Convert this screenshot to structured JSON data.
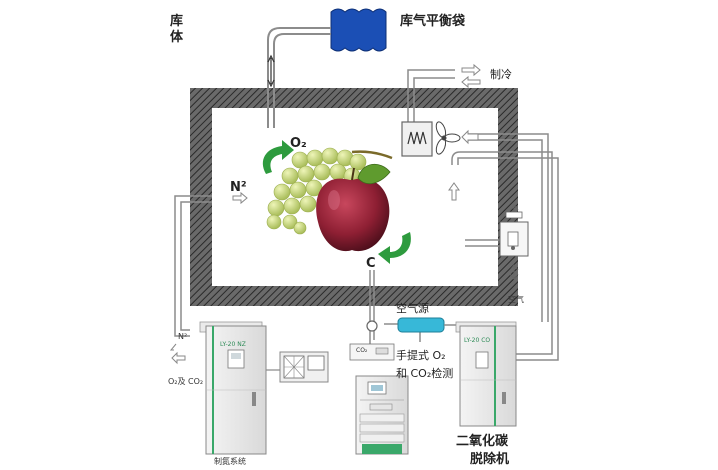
{
  "labels": {
    "store_body": "库\n体",
    "balance_bag": "库气平衡袋",
    "refrigeration": "制冷",
    "o2": "O₂",
    "n2": "N²",
    "c": "C",
    "air_source": "空气源",
    "portable": "手提式 O₂",
    "portable_line2": "和 CO₂检测",
    "air_small": "空气",
    "n2_small": "N²",
    "o2_co2_out": "O₂及 CO₂",
    "n2_system": "制氮系统",
    "co2_remover_line1": "二氧化碳",
    "co2_remover_line2": "脱除机",
    "co2_port": "CO₂",
    "cabinet_left_tag": "LY-20 NZ",
    "cabinet_right_tag": "LY-20 CO"
  },
  "colors": {
    "wall": "#5a5a5a",
    "bag": "#1b4fb5",
    "arrow": "#2e9b3e",
    "pipe": "#8c8c8c",
    "air_tank": "#37b8d8",
    "cabinet_stripe": "#3aa86a"
  },
  "icons": [
    "fan-icon",
    "evaporator-icon",
    "rotation-arrow-icon",
    "flow-arrow-icon",
    "valve-icon"
  ]
}
